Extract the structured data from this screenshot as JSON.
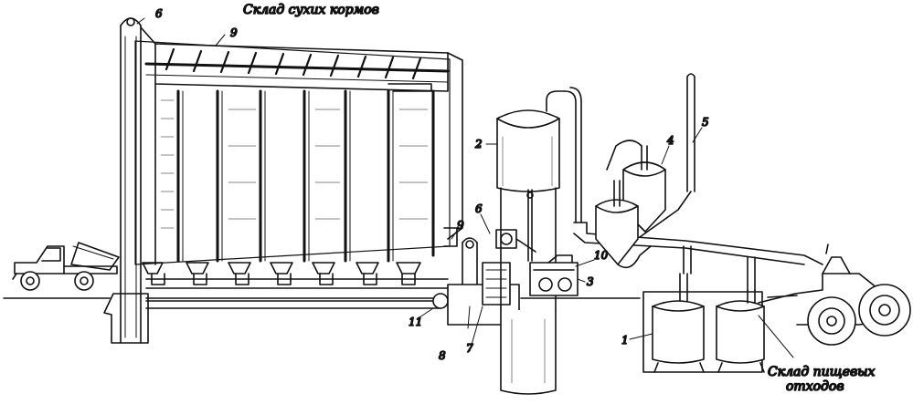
{
  "captions": {
    "dry_feed_store": "Склад сухих кормов",
    "food_waste_store_line1": "Склад пищевых",
    "food_waste_store_line2": "отходов"
  },
  "callouts": [
    "1",
    "2",
    "3",
    "4",
    "5",
    "6",
    "6",
    "7",
    "8",
    "9",
    "9",
    "10",
    "11"
  ],
  "colors": {
    "ink": "#111111",
    "paper": "#ffffff"
  }
}
